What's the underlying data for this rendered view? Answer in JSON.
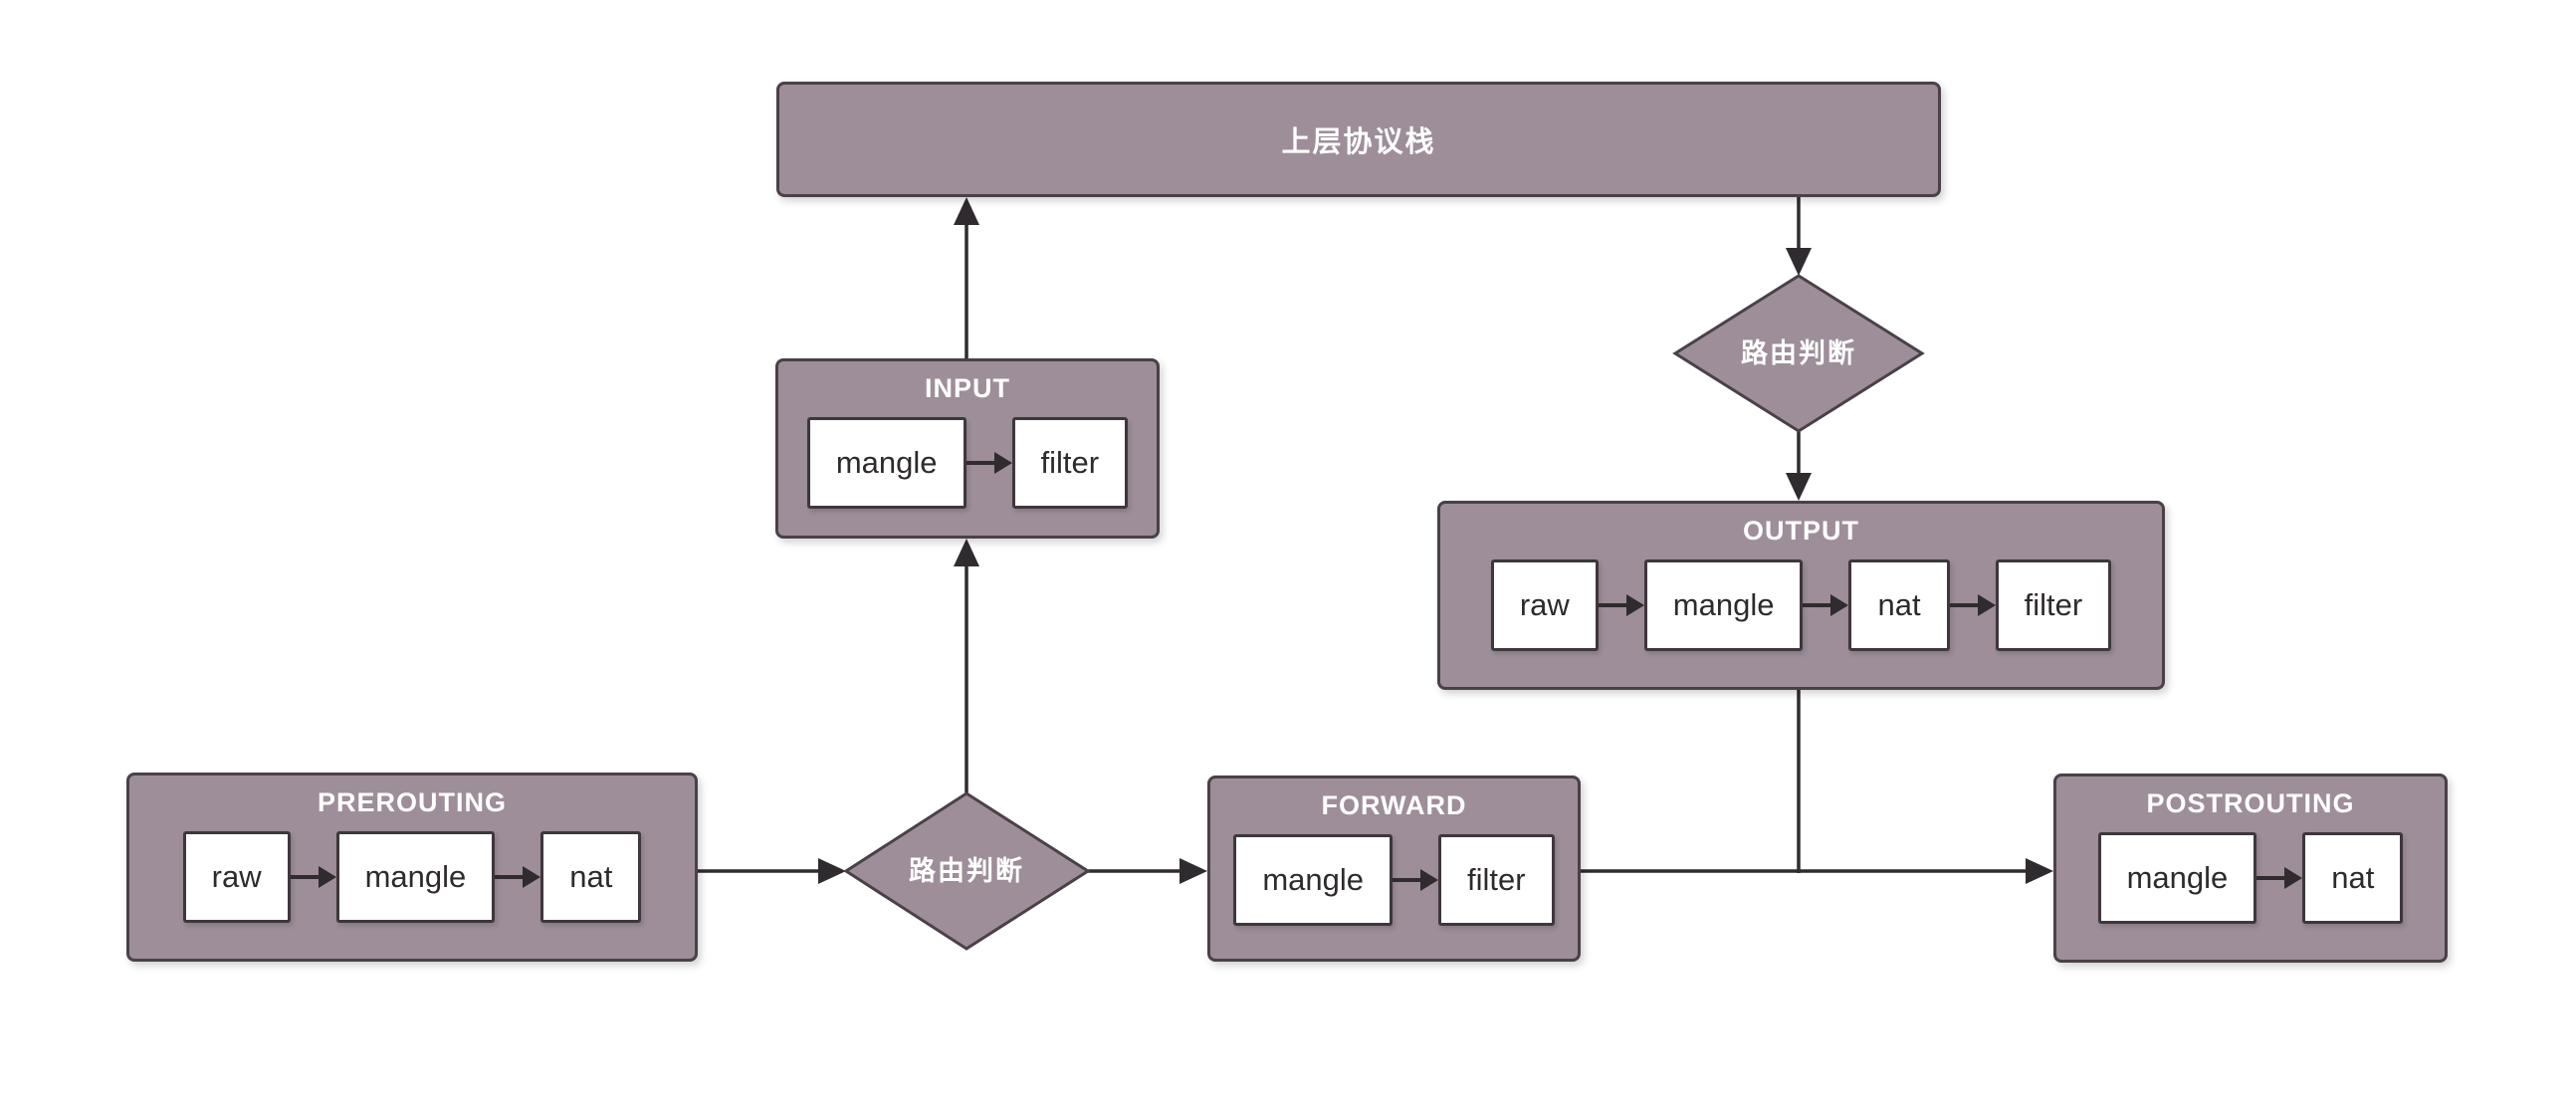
{
  "colors": {
    "box_fill": "#9d8e99",
    "box_border": "#4a4148",
    "inner_fill": "#ffffff",
    "inner_border": "#3e373c",
    "arrow": "#2f2b2e",
    "title_text": "#ffffff",
    "chain_text": "#2e2a2d",
    "background": "#ffffff"
  },
  "stack": {
    "label": "上层协议栈"
  },
  "decisions": {
    "top": {
      "label": "路由判断"
    },
    "bottom": {
      "label": "路由判断"
    }
  },
  "nodes": [
    {
      "id": "prerouting",
      "title": "PREROUTING",
      "chains": [
        "raw",
        "mangle",
        "nat"
      ]
    },
    {
      "id": "input",
      "title": "INPUT",
      "chains": [
        "mangle",
        "filter"
      ]
    },
    {
      "id": "forward",
      "title": "FORWARD",
      "chains": [
        "mangle",
        "filter"
      ]
    },
    {
      "id": "output",
      "title": "OUTPUT",
      "chains": [
        "raw",
        "mangle",
        "nat",
        "filter"
      ]
    },
    {
      "id": "postrouting",
      "title": "POSTROUTING",
      "chains": [
        "mangle",
        "nat"
      ]
    }
  ]
}
